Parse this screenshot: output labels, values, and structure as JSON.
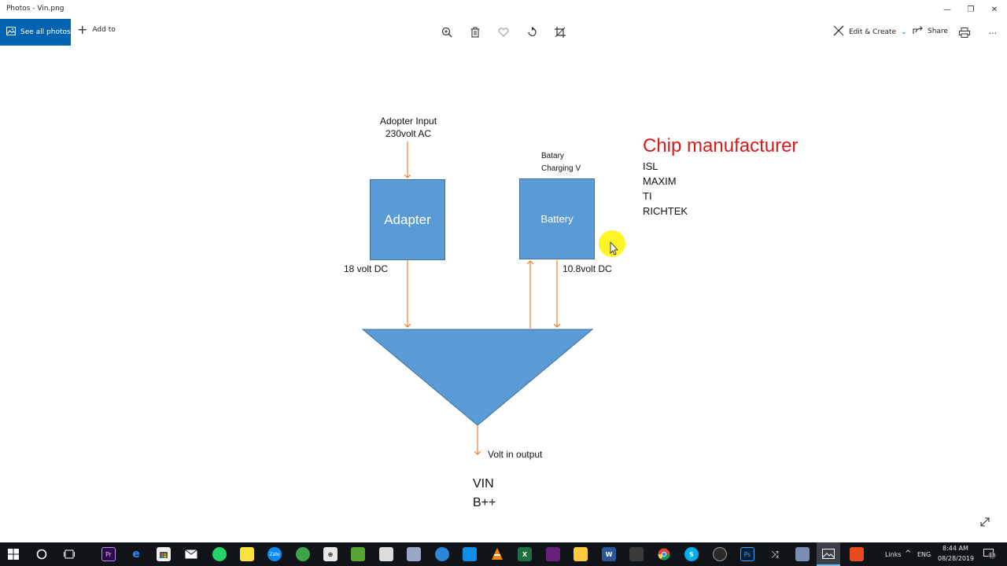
{
  "window": {
    "title": "Photos - Vin.png",
    "min": "—",
    "restore": "❐",
    "close": "✕"
  },
  "toolbar": {
    "see_all_photos": "See all photos",
    "add_to": "Add to",
    "edit_create": "Edit & Create",
    "share": "Share",
    "more": "···"
  },
  "diagram": {
    "adapter_input_line1": "Adopter Input",
    "adapter_input_line2": "230volt AC",
    "adapter_label": "Adapter",
    "adapter_output": "18 volt DC",
    "battery_charging_line1": "Batary",
    "battery_charging_line2": "Charging  V",
    "battery_label": "Battery",
    "battery_output": "10.8volt DC",
    "volt_in_output": "Volt in output",
    "vin": "VIN",
    "bpp": "B++",
    "chip_title": "Chip manufacturer",
    "chips": [
      "ISL",
      "MAXIM",
      "TI",
      "RICHTEK"
    ],
    "colors": {
      "box_fill": "#5b9bd5",
      "box_stroke": "#41719c",
      "arrow": "#ed7d31",
      "chip_title": "#d9191c"
    }
  },
  "taskbar": {
    "apps": [
      "start-icon",
      "cortana-icon",
      "task-view-icon",
      "premiere-icon",
      "edge-icon",
      "store-icon",
      "mail-icon",
      "whatsapp-icon",
      "sticky-notes-icon",
      "zalo-icon",
      "greenshot-icon",
      "app-icon",
      "camtasia-icon",
      "excel-tool-icon",
      "app2-icon",
      "skype-business-icon",
      "teamviewer-icon",
      "vlc-icon",
      "excel-icon",
      "visual-studio-icon",
      "file-explorer-icon",
      "word-icon",
      "app3-icon",
      "chrome-icon",
      "skype-icon",
      "obs-icon",
      "photoshop-icon",
      "app4-icon",
      "app5-icon",
      "photos-icon",
      "app6-icon"
    ],
    "app_labels": {
      "zalo": "Zalo",
      "premiere": "Pr",
      "photoshop": "Ps",
      "excel": "X",
      "word": "W",
      "skype": "S"
    },
    "links": "Links",
    "lang": "ENG",
    "time": "8:44 AM",
    "date": "08/28/2019",
    "notifications": "13"
  }
}
